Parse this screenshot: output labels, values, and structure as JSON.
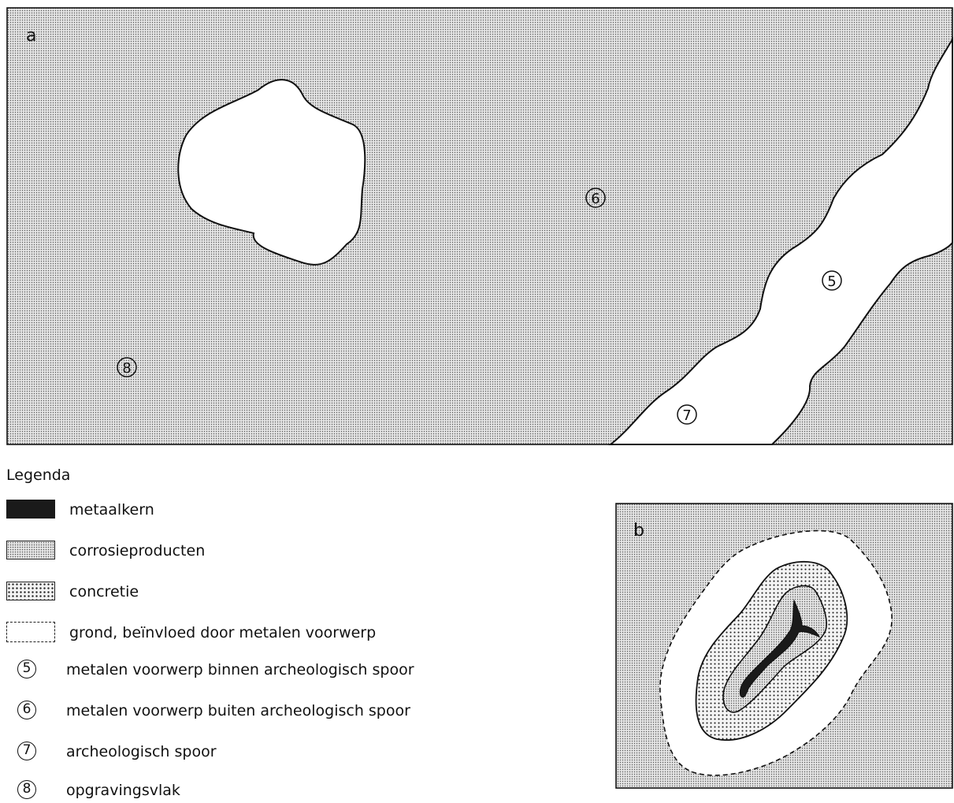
{
  "panel_a": {
    "label": "a",
    "markers": {
      "m6": "6",
      "m5": "5",
      "m7": "7",
      "m8": "8"
    }
  },
  "panel_b": {
    "label": "b"
  },
  "legend": {
    "title": "Legenda",
    "items": [
      {
        "swatch": "metal",
        "label": "metaalkern"
      },
      {
        "swatch": "corrosion",
        "label": "corrosieproducten"
      },
      {
        "swatch": "concretion",
        "label": "concretie"
      },
      {
        "swatch": "dashed",
        "label": "grond,  beïnvloed door metalen voorwerp"
      },
      {
        "number": "5",
        "label": "metalen voorwerp binnen archeologisch spoor"
      },
      {
        "number": "6",
        "label": "metalen voorwerp buiten archeologisch spoor"
      },
      {
        "number": "7",
        "label": "archeologisch spoor"
      },
      {
        "number": "8",
        "label": "opgravingsvlak"
      }
    ]
  },
  "colors": {
    "outline": "#111111",
    "metal": "#1a1a1a",
    "background": "#ffffff"
  }
}
